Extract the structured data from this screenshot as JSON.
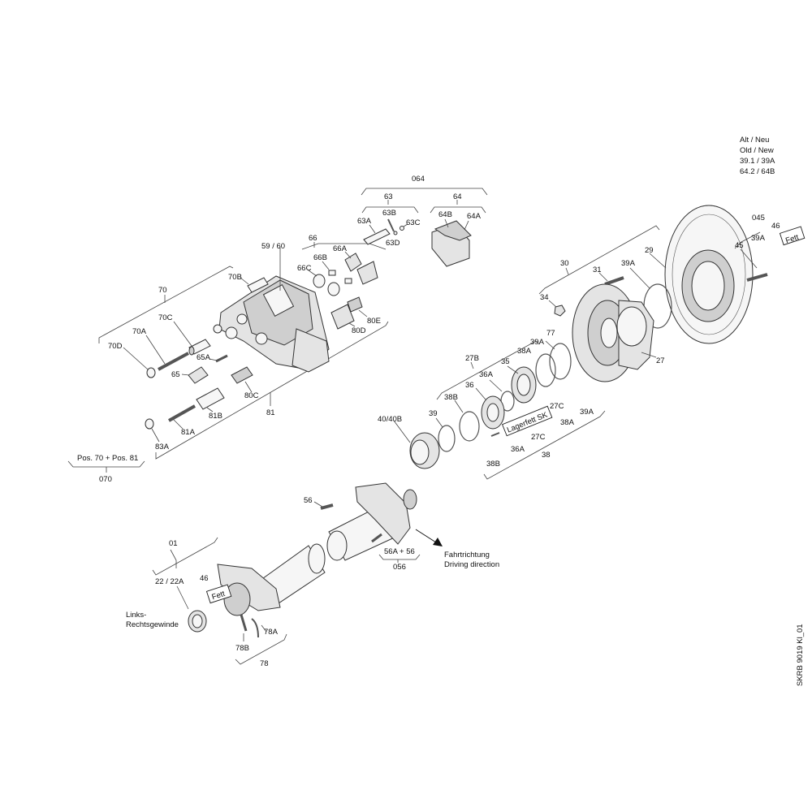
{
  "legend": [
    "Alt / Neu",
    "Old / New",
    "39.1 / 39A",
    "64.2 / 64B"
  ],
  "drawing_code": "SKRB 9019 Kl_01",
  "direction": [
    "Fahrtrichtung",
    "Driving direction"
  ],
  "thread_note": [
    "Links-",
    "Rechtsgewinde"
  ],
  "notes": {
    "pos": "Pos. 70 + Pos. 81",
    "grease": "Lagerfett SK",
    "fett_a": "Fett",
    "fett_b": "Fett",
    "combo": "56A  + 56"
  },
  "labels": {
    "064": "064",
    "63": "63",
    "64": "64",
    "63A": "63A",
    "63B": "63B",
    "63C": "63C",
    "63D": "63D",
    "64B": "64B",
    "64A": "64A",
    "59_60": "59 / 60",
    "66": "66",
    "66A": "66A",
    "66B": "66B",
    "66C": "66C",
    "70": "70",
    "70B": "70B",
    "70C": "70C",
    "70A": "70A",
    "70D": "70D",
    "65A": "65A",
    "65": "65",
    "80C": "80C",
    "80D": "80D",
    "80E": "80E",
    "81": "81",
    "81A": "81A",
    "81B": "81B",
    "83A": "83A",
    "070": "070",
    "30": "30",
    "31": "31",
    "34": "34",
    "39A_top": "39A",
    "29": "29",
    "27": "27",
    "045": "045",
    "46_top": "46",
    "39A_045": "39A",
    "45": "45",
    "77": "77",
    "39A_mid": "39A",
    "38A_mid": "38A",
    "27B": "27B",
    "35": "35",
    "36A_mid": "36A",
    "36": "36",
    "38B_mid": "38B",
    "39_mid": "39",
    "40_40B": "40/40B",
    "27C_mid": "27C",
    "39A_r": "39A",
    "38A_r": "38A",
    "27C_r": "27C",
    "36A_r": "36A",
    "38B_r": "38B",
    "38": "38",
    "56": "56",
    "056": "056",
    "01": "01",
    "22_22A": "22 / 22A",
    "46_bot": "46",
    "78A": "78A",
    "78B": "78B",
    "78": "78"
  }
}
